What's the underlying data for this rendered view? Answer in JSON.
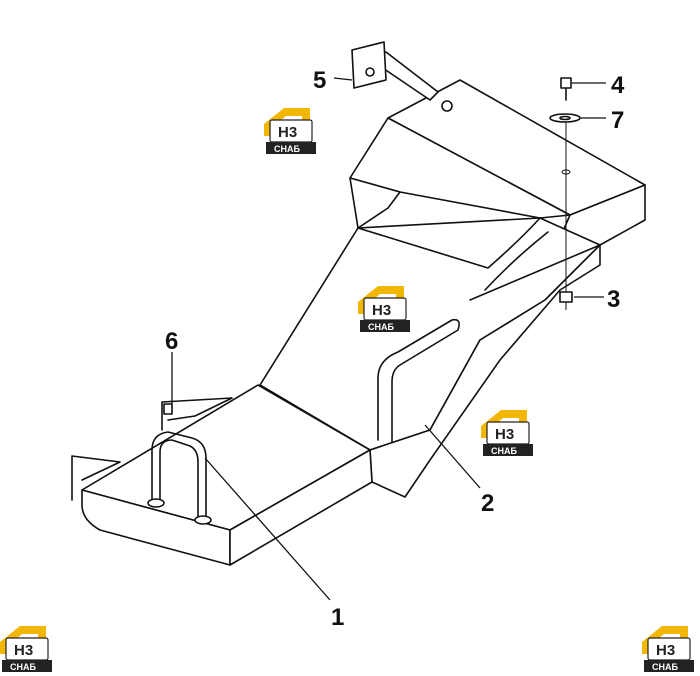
{
  "diagram": {
    "callouts": [
      {
        "id": "label-1",
        "text": "1"
      },
      {
        "id": "label-2",
        "text": "2"
      },
      {
        "id": "label-3",
        "text": "3"
      },
      {
        "id": "label-4",
        "text": "4"
      },
      {
        "id": "label-5",
        "text": "5"
      },
      {
        "id": "label-6",
        "text": "6"
      },
      {
        "id": "label-7",
        "text": "7"
      }
    ]
  },
  "watermark": {
    "logo_letters": "H3",
    "logo_caption": "CHAБ",
    "colors": {
      "yellow": "#F2B705",
      "dark": "#222222",
      "white": "#ffffff"
    }
  },
  "colors": {
    "line": "#111111",
    "background": "#ffffff"
  }
}
